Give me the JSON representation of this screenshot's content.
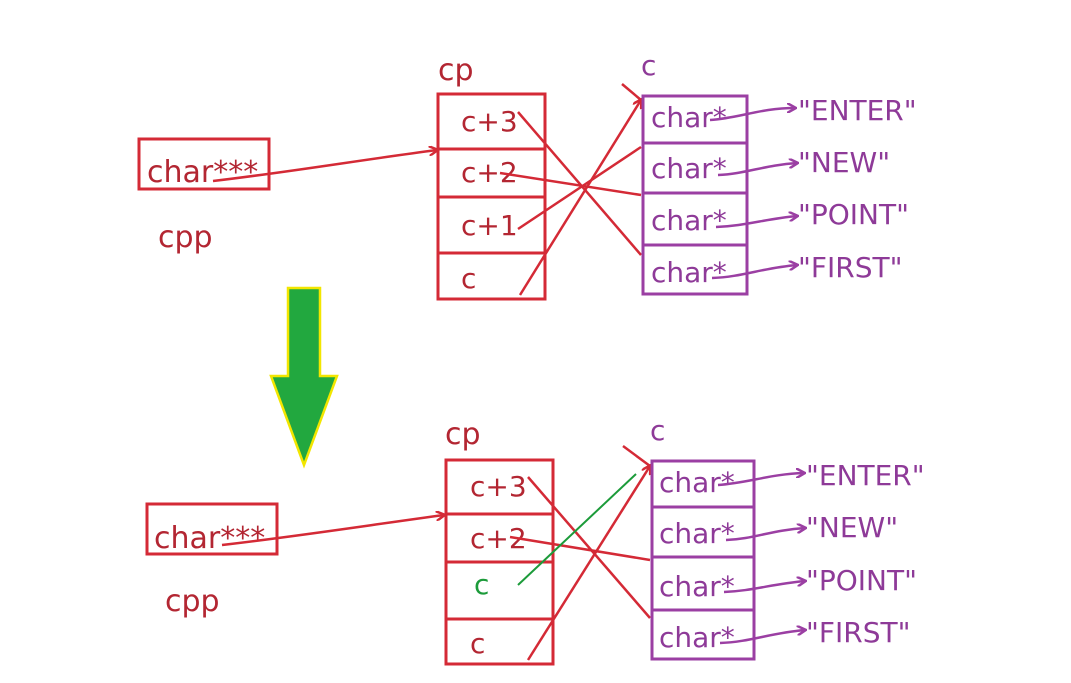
{
  "diagrams": [
    {
      "cpp_box_label": "char***",
      "cpp_name": "cpp",
      "cp_name": "cp",
      "c_name": "c",
      "cp_cells": [
        "c+3",
        "c+2",
        "c+1",
        "c"
      ],
      "c_cells": [
        "char*",
        "char*",
        "char*",
        "char*"
      ],
      "strings": [
        "\"ENTER\"",
        "\"NEW\"",
        "\"POINT\"",
        "\"FIRST\""
      ]
    },
    {
      "cpp_box_label": "char***",
      "cpp_name": "cpp",
      "cp_name": "cp",
      "c_name": "c",
      "cp_cells": [
        "c+3",
        "c+2",
        "c",
        "c"
      ],
      "c_cells": [
        "char*",
        "char*",
        "char*",
        "char*"
      ],
      "strings": [
        "\"ENTER\"",
        "\"NEW\"",
        "\"POINT\"",
        "\"FIRST\""
      ]
    }
  ],
  "colors": {
    "pointer_red": "#d42a36",
    "array_purple": "#9b3fa3",
    "changed_green": "#1c9b3a",
    "transition_arrow": "#22a83f",
    "transition_arrow_outline": "#f2e600"
  }
}
